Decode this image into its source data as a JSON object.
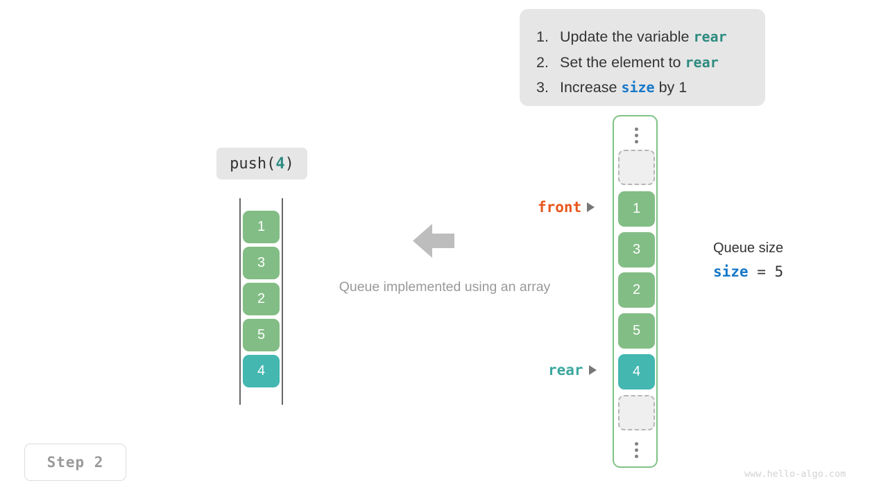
{
  "instructions": {
    "items": [
      {
        "num": "1.",
        "pre": "Update the variable ",
        "code": "rear",
        "code_style": "rear",
        "post": ""
      },
      {
        "num": "2.",
        "pre": "Set the element to ",
        "code": "rear",
        "code_style": "rear",
        "post": ""
      },
      {
        "num": "3.",
        "pre": "Increase ",
        "code": "size",
        "code_style": "size",
        "post": " by 1"
      }
    ]
  },
  "operation": {
    "name": "push(",
    "arg": "4",
    "close": ")"
  },
  "left_queue": {
    "cells": [
      {
        "value": "1",
        "state": "green"
      },
      {
        "value": "3",
        "state": "green"
      },
      {
        "value": "2",
        "state": "green"
      },
      {
        "value": "5",
        "state": "green"
      },
      {
        "value": "4",
        "state": "teal"
      }
    ]
  },
  "center": {
    "arrow_icon": "arrow-left-icon",
    "caption": "Queue implemented using an array"
  },
  "array": {
    "ellipsis_top": "vertical-ellipsis-icon",
    "ellipsis_bottom": "vertical-ellipsis-icon",
    "cells": [
      {
        "value": "",
        "state": "empty"
      },
      {
        "value": "1",
        "state": "green"
      },
      {
        "value": "3",
        "state": "green"
      },
      {
        "value": "2",
        "state": "green"
      },
      {
        "value": "5",
        "state": "green"
      },
      {
        "value": "4",
        "state": "teal"
      },
      {
        "value": "",
        "state": "empty"
      }
    ]
  },
  "pointers": {
    "front": {
      "label": "front",
      "color": "#e8561d"
    },
    "rear": {
      "label": "rear",
      "color": "#3aa79e"
    }
  },
  "size_panel": {
    "title": "Queue size",
    "var": "size",
    "operator": " = ",
    "value": "5"
  },
  "step_badge": {
    "label": "Step 2"
  },
  "watermark": {
    "text": "www.hello-algo.com"
  },
  "colors": {
    "green": "#82bd85",
    "teal": "#43b7b0",
    "front": "#e8561d",
    "rear": "#3aa79e",
    "size": "#1778c8",
    "panel_bg": "#e6e6e6",
    "array_border": "#7fc285"
  }
}
